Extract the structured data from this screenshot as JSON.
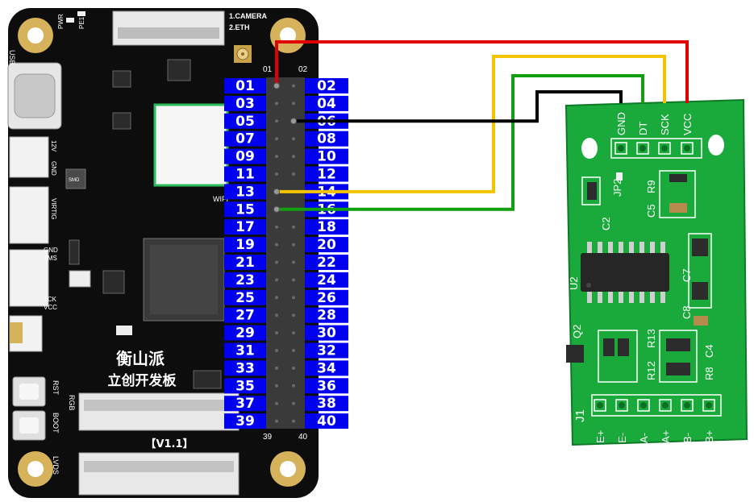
{
  "board": {
    "name": "衡山派",
    "subtitle": "立创开发板",
    "version": "【V1.1】",
    "connector_labels": [
      "1.CAMERA",
      "2.ETH"
    ],
    "side_labels": {
      "usb": "USB",
      "pwr": "PWR",
      "pe17": "PE17",
      "v12": "12V",
      "gnd": "GND",
      "virtig": "VIRTIG",
      "gnd2": "GND",
      "tms": "TMS",
      "tck": "TCK",
      "vcc": "VCC",
      "rst": "RST",
      "boot": "BOOT",
      "rgb": "RGB",
      "lvds": "LVDS",
      "wifi": "WIFI",
      "smd": "SMD"
    },
    "header": {
      "top_left": "01",
      "top_right": "02",
      "bottom_left": "39",
      "bottom_right": "40"
    },
    "left_pins": [
      "01",
      "03",
      "05",
      "07",
      "09",
      "11",
      "13",
      "15",
      "17",
      "19",
      "21",
      "23",
      "25",
      "27",
      "29",
      "31",
      "33",
      "35",
      "37",
      "39"
    ],
    "right_pins": [
      "02",
      "04",
      "06",
      "08",
      "10",
      "12",
      "14",
      "16",
      "18",
      "20",
      "22",
      "24",
      "26",
      "28",
      "30",
      "32",
      "34",
      "36",
      "38",
      "40"
    ],
    "colors": {
      "pcb": "#111111",
      "pin_label": "#0000ee",
      "gold": "#d6b25a"
    }
  },
  "module": {
    "pins": [
      "GND",
      "DT",
      "SCK",
      "VCC"
    ],
    "labels": {
      "jp2": "JP2",
      "r9": "R9",
      "c5": "C5",
      "c2": "C2",
      "u2": "U2",
      "c7": "C7",
      "c8": "C8",
      "q2": "Q2",
      "r13": "R13",
      "r12": "R12",
      "r8": "R8",
      "c4": "C4",
      "j1": "J1"
    },
    "bottom_pins": [
      "E+",
      "E-",
      "A-",
      "A+",
      "B-",
      "B+"
    ],
    "colors": {
      "pcb": "#1aaa3c"
    }
  },
  "wires": [
    {
      "from": "01",
      "to": "VCC",
      "color": "#e00000"
    },
    {
      "from": "13",
      "to": "SCK",
      "color": "#f5c400"
    },
    {
      "from": "15",
      "to": "DT",
      "color": "#12a012"
    },
    {
      "from": "06",
      "to": "GND",
      "color": "#000000"
    }
  ]
}
